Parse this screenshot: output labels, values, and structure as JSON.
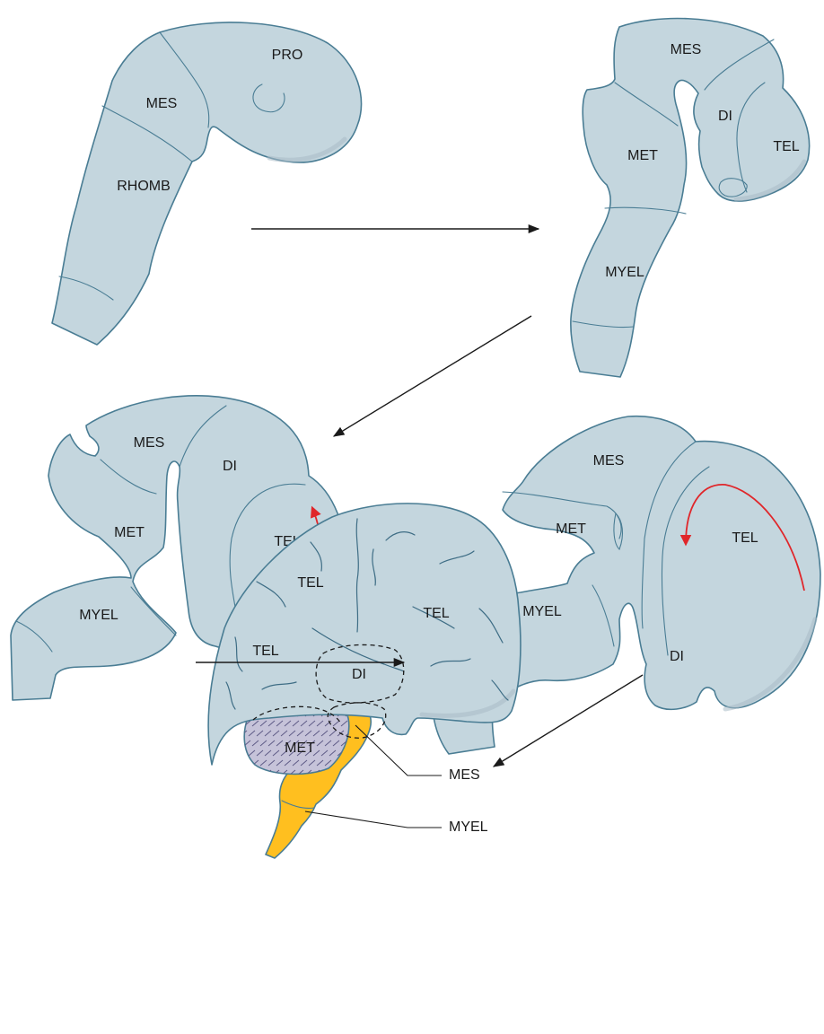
{
  "colors": {
    "tissue": "#c4d6de",
    "outline": "#4a7d94",
    "metencephalon_adult": "#c6c3d9",
    "myelencephalon_adult": "#ffbf1f",
    "rotation_arrow": "#e0262a",
    "arrow": "#1a1a1a"
  },
  "stages": [
    {
      "name": "stage-1",
      "labels": {
        "pro": "PRO",
        "mes": "MES",
        "rhomb": "RHOMB"
      }
    },
    {
      "name": "stage-2",
      "labels": {
        "mes": "MES",
        "di": "DI",
        "tel": "TEL",
        "met": "MET",
        "myel": "MYEL"
      }
    },
    {
      "name": "stage-3",
      "labels": {
        "mes": "MES",
        "di": "DI",
        "tel": "TEL",
        "met": "MET",
        "myel": "MYEL"
      },
      "rotation_arrow": true
    },
    {
      "name": "stage-4",
      "labels": {
        "mes": "MES",
        "met": "MET",
        "tel": "TEL",
        "myel": "MYEL",
        "di": "DI"
      },
      "rotation_arrow": true
    },
    {
      "name": "adult-brain",
      "labels": {
        "tel_top": "TEL",
        "tel_right": "TEL",
        "tel_left": "TEL",
        "di": "DI",
        "met": "MET"
      },
      "callouts": {
        "mes": "MES",
        "myel": "MYEL"
      }
    }
  ],
  "arrows": [
    {
      "from": "stage-1",
      "to": "stage-2"
    },
    {
      "from": "stage-2",
      "to": "stage-3"
    },
    {
      "from": "stage-3",
      "to": "stage-4"
    },
    {
      "from": "stage-4",
      "to": "adult-brain"
    }
  ]
}
